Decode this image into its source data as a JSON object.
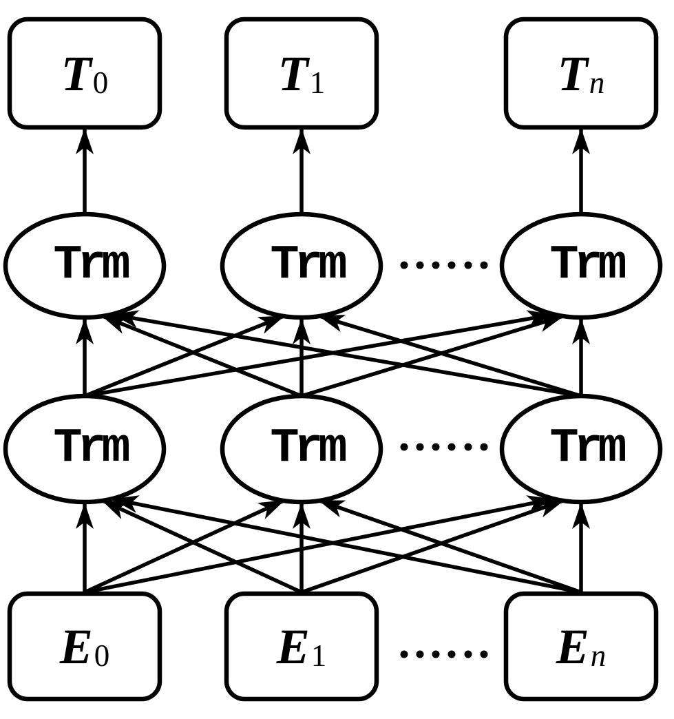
{
  "colors": {
    "background": "#ffffff",
    "stroke": "#000000"
  },
  "diagram": {
    "outputs": {
      "nodes": [
        {
          "main": "T",
          "sub": "0",
          "sub_class": "sub upright"
        },
        {
          "main": "T",
          "sub": "1",
          "sub_class": "sub upright"
        },
        {
          "main": "T",
          "sub": "n",
          "sub_class": "sub italic"
        }
      ]
    },
    "layer2": {
      "nodes": [
        {
          "label": "Trm"
        },
        {
          "label": "Trm"
        },
        {
          "label": "Trm"
        }
      ],
      "separator_dot_count": 6
    },
    "layer1": {
      "nodes": [
        {
          "label": "Trm"
        },
        {
          "label": "Trm"
        },
        {
          "label": "Trm"
        }
      ],
      "separator_dot_count": 6
    },
    "inputs": {
      "nodes": [
        {
          "main": "E",
          "sub": "0",
          "sub_class": "sub upright"
        },
        {
          "main": "E",
          "sub": "1",
          "sub_class": "sub upright"
        },
        {
          "main": "E",
          "sub": "n",
          "sub_class": "sub italic"
        }
      ],
      "separator_dot_count": 6
    },
    "connections": {
      "inputs_to_layer1": "every input box connects upward to every layer-1 Trm ellipse",
      "layer1_to_layer2": "every layer-1 Trm ellipse connects upward to every layer-2 Trm ellipse",
      "layer2_to_outputs": "each layer-2 Trm ellipse connects upward to its own output box"
    }
  }
}
